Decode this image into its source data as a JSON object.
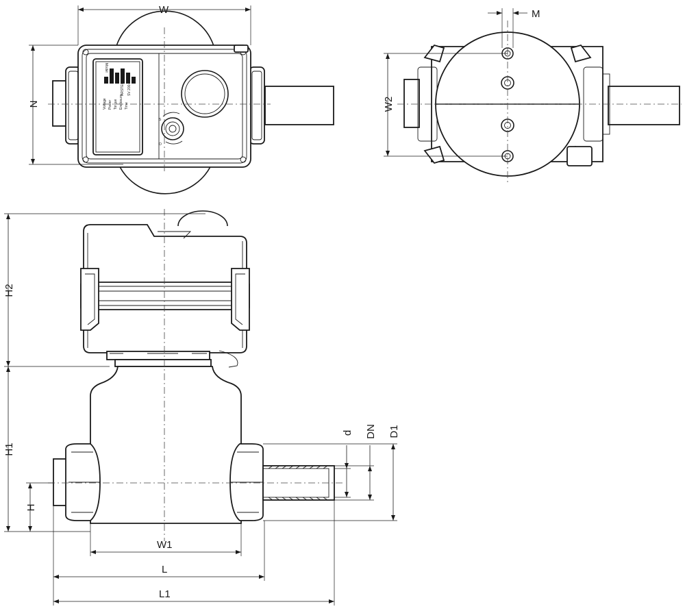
{
  "dimensions": {
    "w": "W",
    "n": "N",
    "m": "M",
    "w2": "W2",
    "h2": "H2",
    "h1": "H1",
    "h": "H",
    "w1": "W1",
    "l": "L",
    "l1": "L1",
    "d_small": "d",
    "dn": "DN",
    "d1": "D1"
  },
  "nameplate": {
    "model": "SV 200-02N",
    "brand": "ARSTECH",
    "rows": [
      "Model",
      "Voltage",
      "Power",
      "Torque",
      "Enclosure",
      "Time"
    ]
  },
  "rotation_marks": {
    "open": "O",
    "closed": "S"
  }
}
